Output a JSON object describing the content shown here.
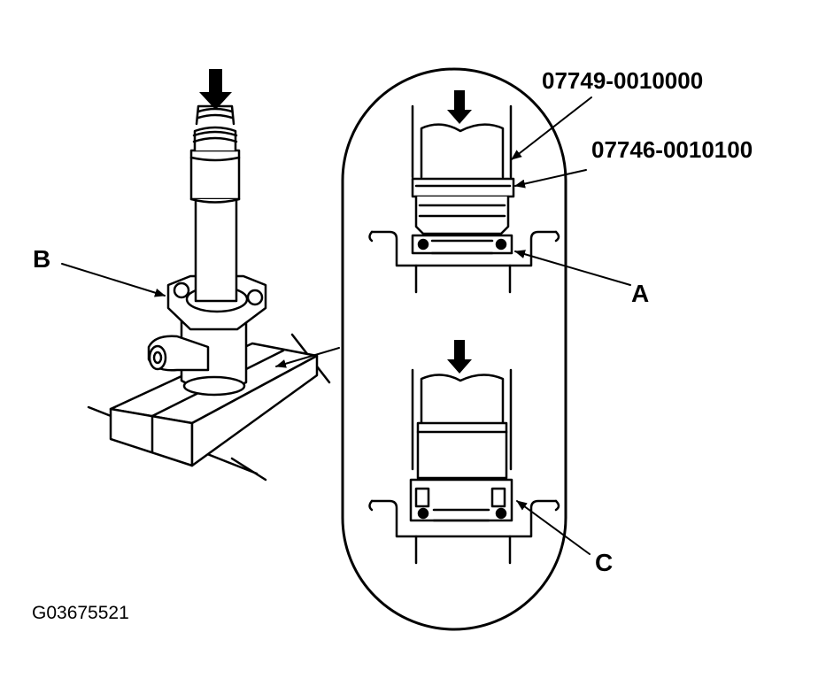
{
  "callouts": {
    "a": "A",
    "b": "B",
    "c": "C"
  },
  "tools": {
    "driver": "07749-0010000",
    "attachment": "07746-0010100"
  },
  "figure_id": "G03675521",
  "colors": {
    "ink": "#000000",
    "paper": "#ffffff"
  }
}
